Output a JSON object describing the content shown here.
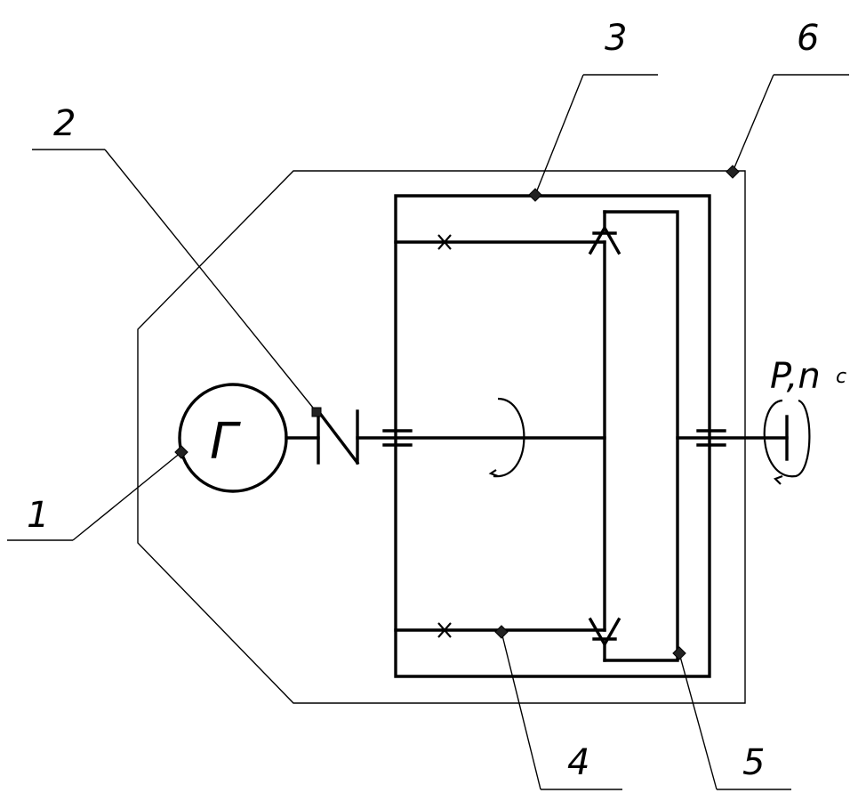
{
  "labels": {
    "l1": "1",
    "l2": "2",
    "l3": "3",
    "l4": "4",
    "l5": "5",
    "l6": "6"
  },
  "generator_symbol": "Г",
  "output_label": "P,n",
  "output_subscript": "с"
}
